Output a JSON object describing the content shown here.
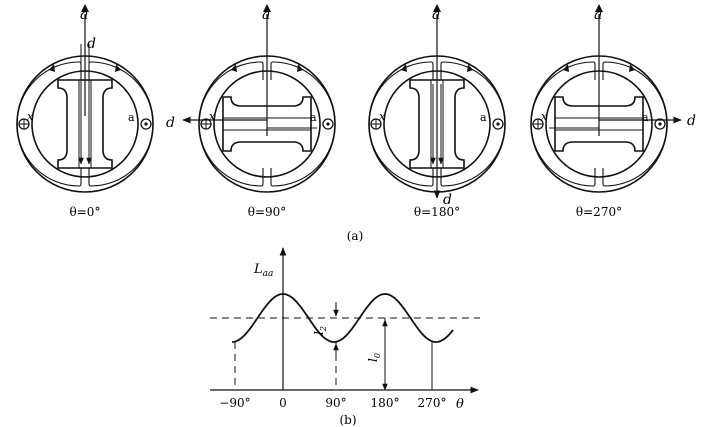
{
  "panel_a": {
    "axis_a": "a",
    "axis_d": "d",
    "conductor_x": "x",
    "conductor_a": "a",
    "rotors": [
      {
        "angle_label": "θ=0°"
      },
      {
        "angle_label": "θ=90°"
      },
      {
        "angle_label": "θ=180°"
      },
      {
        "angle_label": "θ=270°"
      }
    ],
    "caption": "(a)"
  },
  "panel_b": {
    "y_label_main": "L",
    "y_label_sub": "aa",
    "x_label": "θ",
    "x_ticks": [
      "−90°",
      "0",
      "90°",
      "180°",
      "270°"
    ],
    "l2_main": "l",
    "l2_sub": "2",
    "l0_main": "l",
    "l0_sub": "0",
    "caption": "(b)"
  },
  "colors": {
    "ink": "#111111",
    "paper": "#ffffff"
  }
}
